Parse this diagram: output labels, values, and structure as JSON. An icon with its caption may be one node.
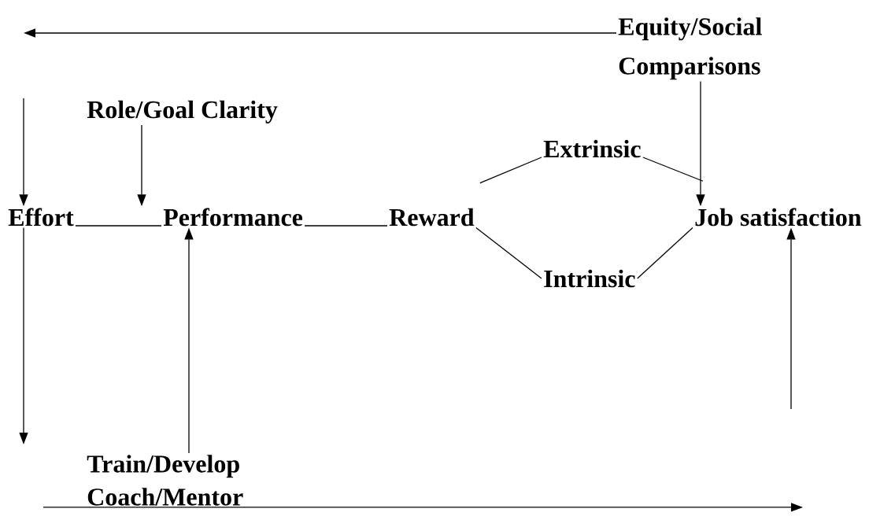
{
  "diagram": {
    "nodes": [
      {
        "text": [
          "Equity/Social Comparisons"
        ]
      },
      {
        "text": [
          "Role/Goal Clarity"
        ]
      },
      {
        "text": [
          "Extrinsic"
        ]
      },
      {
        "text": [
          "Effort"
        ]
      },
      {
        "text": [
          "Performance"
        ]
      },
      {
        "text": [
          "Reward"
        ]
      },
      {
        "text": [
          "Job satisfaction"
        ]
      },
      {
        "text": [
          "Intrinsic"
        ]
      },
      {
        "text": [
          "Train/Develop Coach/Mentor"
        ]
      }
    ],
    "edges": [
      {
        "from": 0,
        "to": null,
        "arrow": "to"
      },
      {
        "from": null,
        "to": 3,
        "arrow": "to"
      },
      {
        "from": 1,
        "to": 4,
        "arrow": "to"
      },
      {
        "from": 0,
        "to": 6,
        "arrow": "to"
      },
      {
        "from": 3,
        "to": 4,
        "arrow": "none"
      },
      {
        "from": 4,
        "to": 5,
        "arrow": "none"
      },
      {
        "from": 5,
        "to": 2,
        "arrow": "none"
      },
      {
        "from": 2,
        "to": 6,
        "arrow": "none"
      },
      {
        "from": 5,
        "to": 7,
        "arrow": "none"
      },
      {
        "from": 7,
        "to": 6,
        "arrow": "none"
      },
      {
        "from": 3,
        "to": null,
        "arrow": "to"
      },
      {
        "from": 8,
        "to": 4,
        "arrow": "to"
      },
      {
        "from": 8,
        "to": null,
        "arrow": "to"
      },
      {
        "from": null,
        "to": 6,
        "arrow": "to"
      }
    ]
  }
}
